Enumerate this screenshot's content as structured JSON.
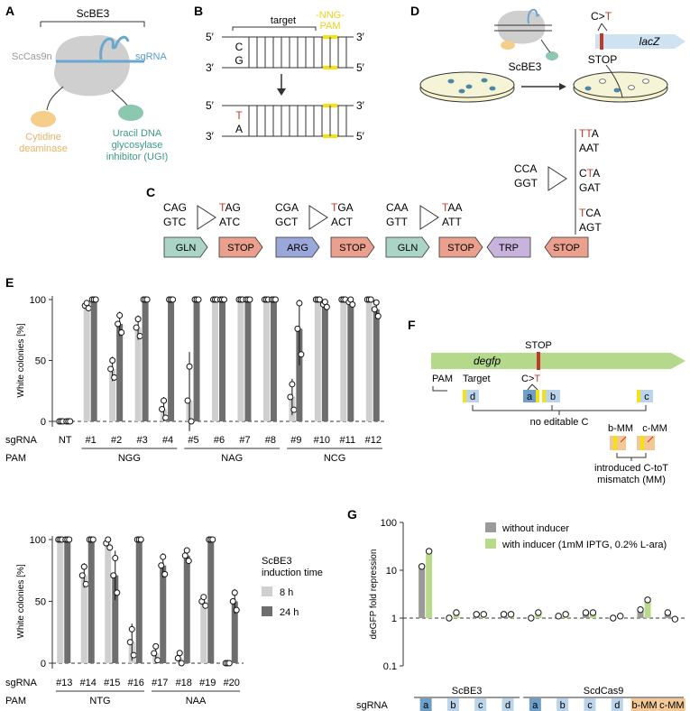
{
  "panelA": {
    "letter": "A",
    "complex": "ScBE3",
    "enzyme": "ScCas9n",
    "guide": "sgRNA",
    "deaminase_l1": "Cytidine",
    "deaminase_l2": "deaminase",
    "ugi_l1": "Uracil DNA",
    "ugi_l2": "glycosylase",
    "ugi_l3": "inhibitor (UGI)",
    "colors": {
      "cas": "#cfcfcf",
      "rna": "#6aa7cf",
      "deam": "#f5cf8a",
      "ugi": "#8cc7b0",
      "deam_text": "#e8b466",
      "ugi_text": "#3a9a86"
    }
  },
  "panelB": {
    "letter": "B",
    "target": "target",
    "pam_l1": "-NNG-",
    "pam_l2": "PAM",
    "five": "5′",
    "three": "3′",
    "top_base": "C",
    "bottom_base": "G",
    "edited_top": "T",
    "edited_bottom": "A",
    "pam_color": "#f2e21a",
    "edit_color": "#c0392b"
  },
  "panelC": {
    "letter": "C",
    "codons": [
      {
        "before": [
          "CAG",
          "GTC"
        ],
        "after_first": "T",
        "after_rest": "AG",
        "after_bottom": "ATC"
      },
      {
        "before": [
          "CGA",
          "GCT"
        ],
        "after_first": "T",
        "after_rest": "GA",
        "after_bottom": "ACT"
      },
      {
        "before": [
          "CAA",
          "GTT"
        ],
        "after_first": "T",
        "after_rest": "AA",
        "after_bottom": "ATT"
      }
    ],
    "extra_codon": {
      "before": [
        "CCA",
        "GGT"
      ],
      "outcomes": [
        {
          "top_red": "TT",
          "top_rest": "A",
          "bottom": "AAT"
        },
        {
          "top_pre": "C",
          "top_red": "T",
          "top_rest": "A",
          "bottom": "GAT"
        },
        {
          "top_red": "T",
          "top_rest": "CA",
          "bottom": "AGT"
        }
      ]
    },
    "tags": [
      {
        "label": "GLN",
        "color": "#a9d4c6"
      },
      {
        "label": "STOP",
        "color": "#eaa08c"
      },
      {
        "label": "ARG",
        "color": "#9aa7d8"
      },
      {
        "label": "STOP",
        "color": "#eaa08c"
      },
      {
        "label": "GLN",
        "color": "#a9d4c6"
      },
      {
        "label": "STOP",
        "color": "#eaa08c"
      },
      {
        "label": "TRP",
        "color": "#c7b3dc"
      },
      {
        "label": "STOP",
        "color": "#eaa08c"
      }
    ]
  },
  "panelD": {
    "letter": "D",
    "edit_label_pre": "C>",
    "edit_label_t": "T",
    "gene": "lacZ",
    "stop": "STOP",
    "editor": "ScBE3"
  },
  "panelE": {
    "letter": "E",
    "ylabel": "White colonies [%]",
    "row_label_sgrna": "sgRNA",
    "row_label_pam": "PAM",
    "legend_title_l1": "ScBE3",
    "legend_title_l2": "induction time",
    "legend": [
      {
        "name": "8 h",
        "color": "#cfcfcf"
      },
      {
        "name": "24 h",
        "color": "#6e6e6e"
      }
    ]
  },
  "chart_data": [
    {
      "type": "bar",
      "panel": "E-top",
      "categories": [
        "NT",
        "#1",
        "#2",
        "#3",
        "#4",
        "#5",
        "#6",
        "#7",
        "#8",
        "#9",
        "#10",
        "#11",
        "#12"
      ],
      "pam_groups": [
        {
          "label": "NGG",
          "from": "#1",
          "to": "#4"
        },
        {
          "label": "NAG",
          "from": "#5",
          "to": "#8"
        },
        {
          "label": "NCG",
          "from": "#9",
          "to": "#12"
        }
      ],
      "ylabel": "White colonies [%]",
      "ylim": [
        0,
        100
      ],
      "yticks": [
        0,
        50,
        100
      ],
      "series": [
        {
          "name": "8 h",
          "values": [
            0,
            95,
            43,
            77,
            10,
            17,
            100,
            100,
            100,
            20,
            100,
            100,
            100
          ],
          "err": [
            0,
            3,
            10,
            10,
            10,
            40,
            0,
            0,
            0,
            15,
            0,
            0,
            0
          ]
        },
        {
          "name": "24 h",
          "values": [
            0,
            100,
            80,
            100,
            100,
            100,
            100,
            100,
            100,
            76,
            96,
            98,
            92
          ],
          "err": [
            0,
            0,
            10,
            0,
            0,
            0,
            0,
            0,
            0,
            30,
            3,
            3,
            8
          ]
        }
      ]
    },
    {
      "type": "bar",
      "panel": "E-bottom",
      "categories": [
        "#13",
        "#14",
        "#15",
        "#16",
        "#17",
        "#18",
        "#19",
        "#20"
      ],
      "pam_groups": [
        {
          "label": "NTG",
          "from": "#13",
          "to": "#16"
        },
        {
          "label": "NAA",
          "from": "#17",
          "to": "#20"
        }
      ],
      "ylabel": "White colonies [%]",
      "ylim": [
        0,
        100
      ],
      "yticks": [
        0,
        50,
        100
      ],
      "series": [
        {
          "name": "8 h",
          "values": [
            100,
            71,
            97,
            17,
            8,
            4,
            50,
            0
          ],
          "err": [
            0,
            10,
            5,
            15,
            8,
            6,
            5,
            0
          ]
        },
        {
          "name": "24 h",
          "values": [
            100,
            100,
            71,
            100,
            79,
            87,
            100,
            50
          ],
          "err": [
            0,
            0,
            20,
            0,
            10,
            6,
            0,
            10
          ]
        }
      ]
    },
    {
      "type": "bar",
      "panel": "G",
      "scale": "log",
      "categories": [
        "a",
        "b",
        "c",
        "d",
        "a",
        "b",
        "c",
        "d",
        "b-MM",
        "c-MM"
      ],
      "groups": [
        {
          "label": "ScBE3",
          "from": 0,
          "to": 3
        },
        {
          "label": "ScdCas9",
          "from": 4,
          "to": 9
        }
      ],
      "ylabel": "deGFP fold repression",
      "ylim": [
        0.1,
        100
      ],
      "yticks": [
        "0.1",
        "1",
        "10",
        "100"
      ],
      "series": [
        {
          "name": "without inducer",
          "values": [
            12,
            1.0,
            1.2,
            1.2,
            1.0,
            1.1,
            1.3,
            1.0,
            1.5,
            1.3
          ]
        },
        {
          "name": "with inducer (1mM IPTG, 0.2% L-ara)",
          "values": [
            25,
            1.3,
            1.2,
            1.2,
            1.3,
            1.2,
            1.3,
            1.1,
            2.4,
            0.95
          ]
        }
      ]
    }
  ],
  "panelF": {
    "letter": "F",
    "gene": "degfp",
    "stop": "STOP",
    "pam": "PAM",
    "target": "Target",
    "ct_pre": "C>",
    "ct_t": "T",
    "no_edit": "no editable C",
    "bmm": "b-MM",
    "cmm": "c-MM",
    "intro_l1": "introduced C-toT",
    "intro_l2": "mismatch (MM)",
    "boxes": {
      "a": "a",
      "b": "b",
      "c": "c",
      "d": "d"
    },
    "colors": {
      "gene": "#b5d98a",
      "box": "#bcd4ea",
      "boxa": "#6f9fc6",
      "mm": "#f3c895",
      "yellow": "#f2e21a",
      "red": "#c0392b"
    }
  },
  "panelG": {
    "letter": "G",
    "ylabel": "deGFP fold repression",
    "sgrna": "sgRNA",
    "legend": [
      {
        "name": "without inducer",
        "color": "#9a9a9a"
      },
      {
        "name": "with inducer (1mM IPTG, 0.2% L-ara)",
        "color": "#b9d98d"
      }
    ]
  }
}
